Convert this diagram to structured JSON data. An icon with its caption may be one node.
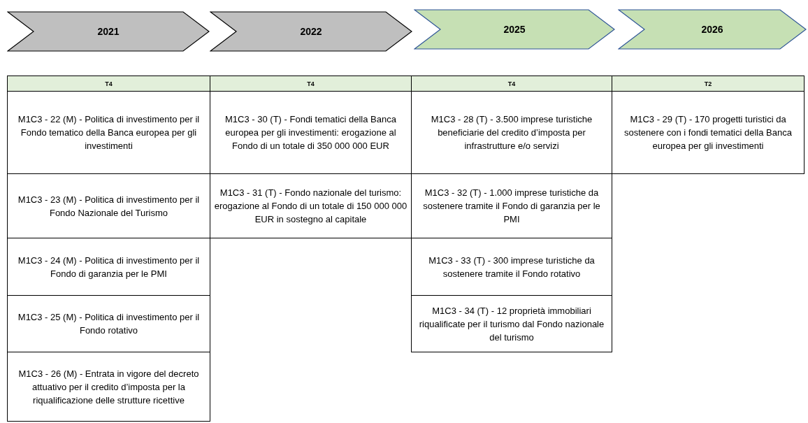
{
  "diagram": {
    "nodes": [
      {
        "text": [
          "2021"
        ]
      },
      {
        "text": [
          "2022"
        ]
      },
      {
        "text": [
          "2025"
        ]
      },
      {
        "text": [
          "2026"
        ]
      },
      {
        "text": [
          "T4"
        ]
      },
      {
        "text": [
          "T4"
        ]
      },
      {
        "text": [
          "T4"
        ]
      },
      {
        "text": [
          "T2"
        ]
      },
      {
        "text": [
          "M1C3 - 22 (M) - Politica di investimento per il Fondo tematico della Banca europea per gli investimenti"
        ]
      },
      {
        "text": [
          "M1C3 - 30 (T) - Fondi tematici della Banca europea per gli investimenti: erogazione al Fondo di un totale di 350 000 000 EUR"
        ]
      },
      {
        "text": [
          "M1C3 - 28 (T) - 3.500 imprese turistiche beneficiarie del credito d’imposta per infrastrutture e/o servizi"
        ]
      },
      {
        "text": [
          "M1C3 - 29 (T) - 170 progetti turistici da sostenere con i fondi tematici della Banca europea per gli investimenti"
        ]
      },
      {
        "text": [
          "M1C3 - 23 (M) - Politica di investimento per il Fondo Nazionale del Turismo"
        ]
      },
      {
        "text": [
          "M1C3 - 31 (T) - Fondo nazionale del turismo: erogazione al Fondo di un totale di 150 000 000 EUR in sostegno al capitale"
        ]
      },
      {
        "text": [
          "M1C3 - 32 (T) - 1.000 imprese turistiche da sostenere tramite il Fondo di garanzia per le PMI"
        ]
      },
      {
        "text": [
          "M1C3 - 24 (M) - Politica di investimento per il Fondo di garanzia per le PMI"
        ]
      },
      {
        "text": [
          "M1C3 - 33 (T) - 300 imprese turistiche da sostenere tramite il Fondo rotativo"
        ]
      },
      {
        "text": [
          "M1C3 - 25 (M) - Politica di investimento per il Fondo rotativo"
        ]
      },
      {
        "text": [
          "M1C3 - 34 (T) - 12 proprietà immobiliari riqualificate per il turismo dal Fondo nazionale del turismo"
        ]
      },
      {
        "text": [
          "M1C3 - 26 (M) - Entrata in vigore del decreto attuativo per il credito d’imposta per la riqualificazione delle strutture ricettive"
        ]
      }
    ]
  }
}
